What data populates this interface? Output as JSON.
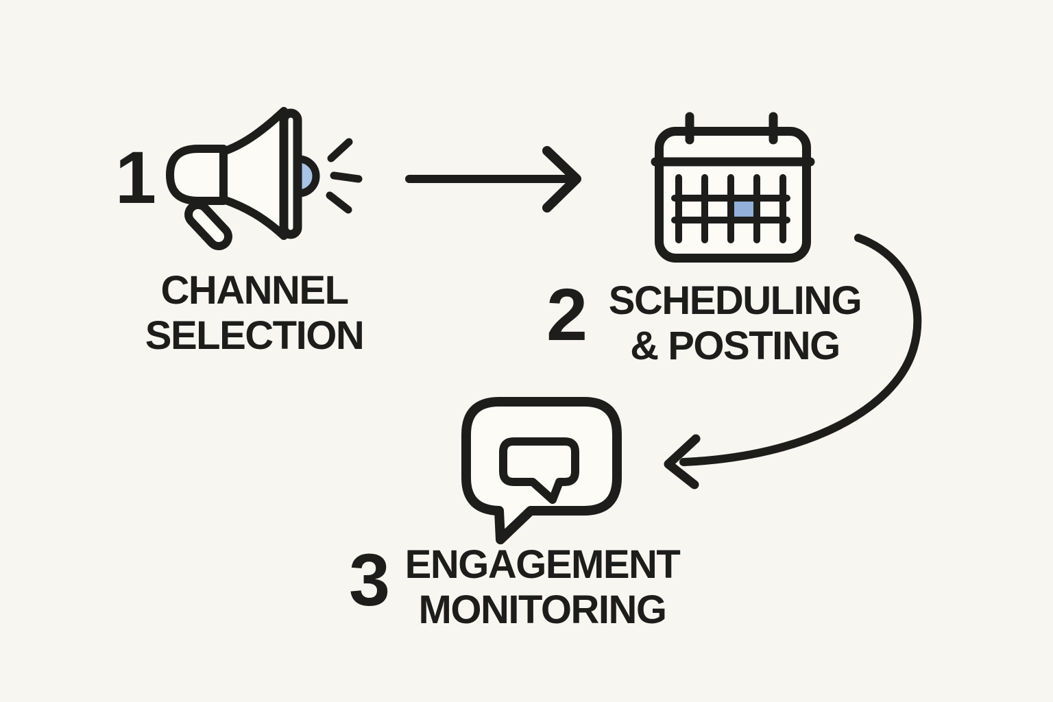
{
  "diagram": {
    "type": "process-flow",
    "steps": [
      {
        "number": "1",
        "label_line1": "CHANNEL",
        "label_line2": "SELECTION",
        "icon": "megaphone"
      },
      {
        "number": "2",
        "label_line1": "SCHEDULING",
        "label_line2": "& POSTING",
        "icon": "calendar"
      },
      {
        "number": "3",
        "label_line1": "ENGAGEMENT",
        "label_line2": "MONITORING",
        "icon": "speech-bubble"
      }
    ],
    "connectors": [
      {
        "from": "1",
        "to": "2",
        "style": "straight-arrow-right"
      },
      {
        "from": "2",
        "to": "3",
        "style": "curved-arrow-down-left"
      }
    ]
  },
  "colors": {
    "background": "#f8f6f0",
    "ink": "#1d1d1b",
    "paper": "#fcfbf6",
    "accent_blue": "#a8c3e6",
    "accent_blue_deep": "#92b0d9"
  }
}
